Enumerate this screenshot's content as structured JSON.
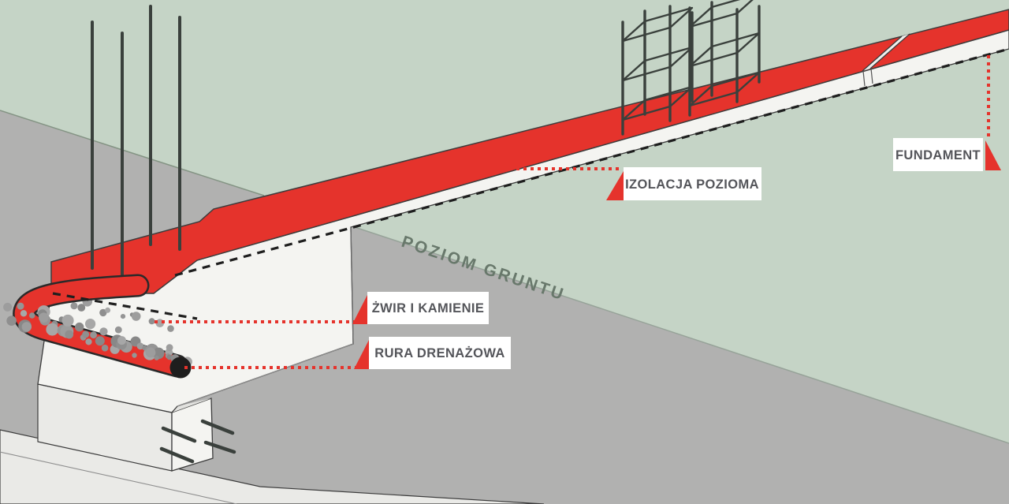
{
  "diagram": {
    "labels": {
      "izolacja_pozioma": "IZOLACJA POZIOMA",
      "fundament": "FUNDAMENT",
      "zwir_i_kamienie": "ŻWIR I KAMIENIE",
      "rura_drenazowa": "RURA DRENAŻOWA",
      "poziom_gruntu": "POZIOM GRUNTU"
    },
    "colors": {
      "ground_green": "#c5d4c6",
      "trench_gray": "#b1b1b0",
      "insulation_red": "#e5332c",
      "concrete": "#f4f4f1",
      "concrete_shade": "#eaeae7",
      "rebar": "#3a403c",
      "outline": "#3c3c3c",
      "dashed_black": "#1f1f1f",
      "label_text": "#54555a",
      "ground_label_text": "#68786b",
      "label_bg": "#ffffff",
      "stone_gray": "#969696"
    }
  }
}
